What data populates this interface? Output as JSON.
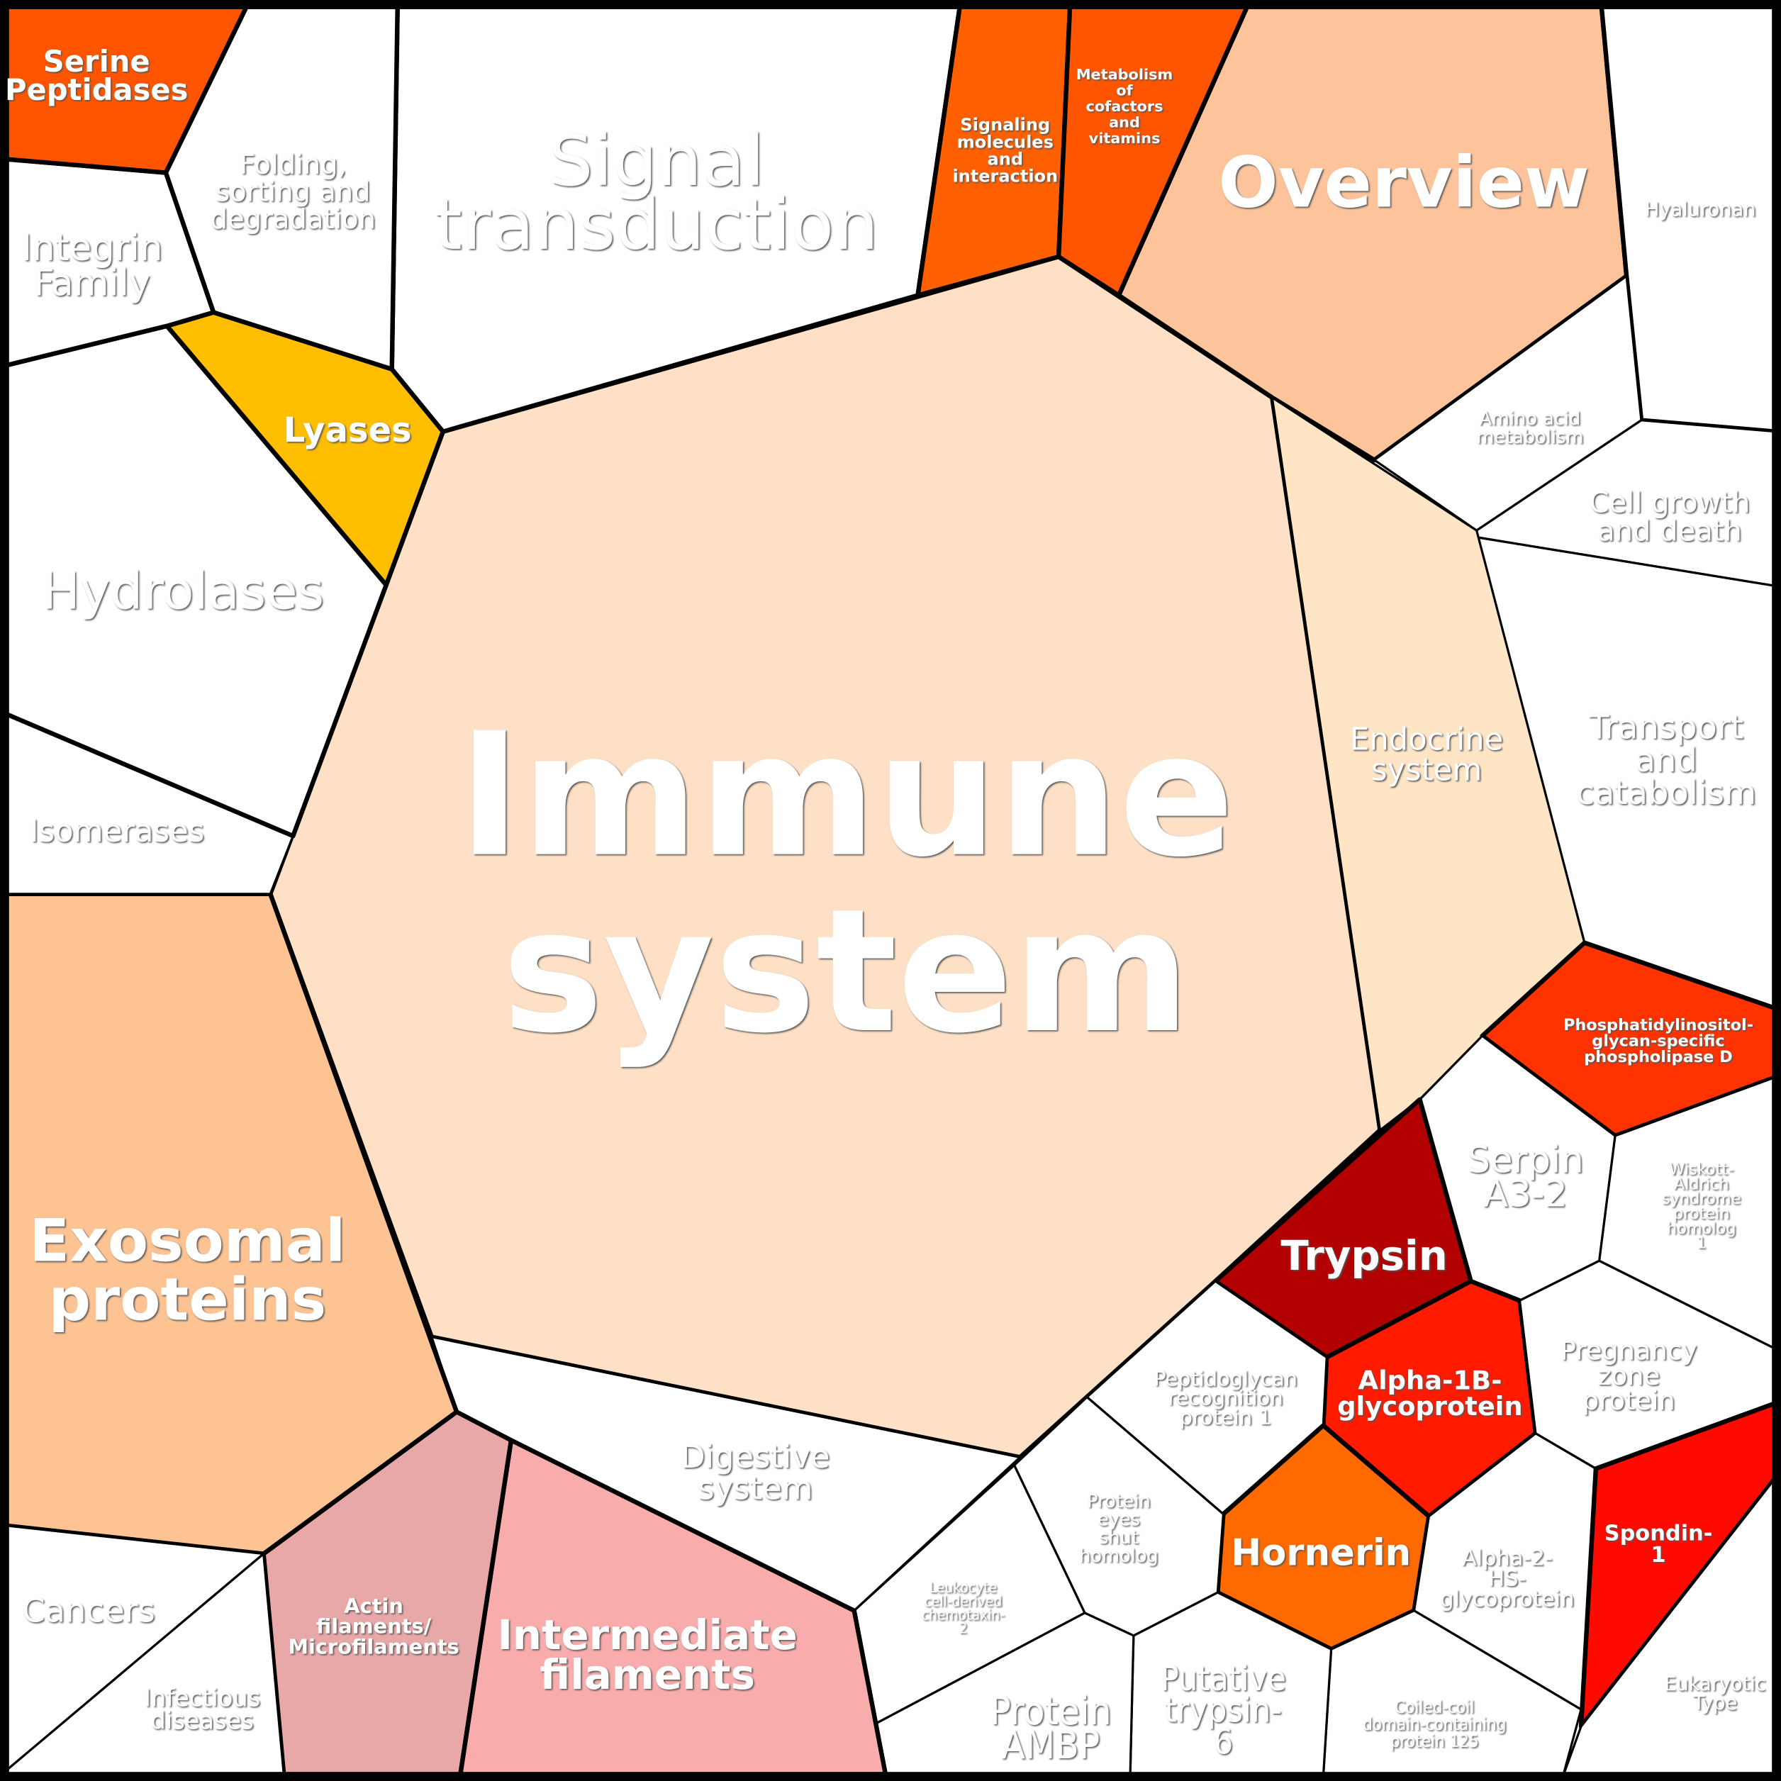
{
  "cells": {
    "immune": {
      "lines": [
        "Immune",
        "system"
      ],
      "color": "#fde0c5"
    },
    "signal": {
      "lines": [
        "Signal",
        "transduction"
      ],
      "color": "#ffffff"
    },
    "signaling": {
      "lines": [
        "Signaling",
        "molecules",
        "and",
        "interaction"
      ],
      "color": "#fe6000"
    },
    "cofactors": {
      "lines": [
        "Metabolism",
        "of",
        "cofactors",
        "and",
        "vitamins"
      ],
      "color": "#ff5500"
    },
    "overview": {
      "lines": [
        "Overview"
      ],
      "color": "#fdc39b"
    },
    "hyaluronan": {
      "lines": [
        "Hyaluronan"
      ],
      "color": "#ffffff"
    },
    "aminoacid": {
      "lines": [
        "Amino acid",
        "metabolism"
      ],
      "color": "#ffffff"
    },
    "cellgrowth": {
      "lines": [
        "Cell growth",
        "and death"
      ],
      "color": "#ffffff"
    },
    "transport": {
      "lines": [
        "Transport",
        "and",
        "catabolism"
      ],
      "color": "#ffffff"
    },
    "endocrine": {
      "lines": [
        "Endocrine",
        "system"
      ],
      "color": "#fde5c6"
    },
    "pigpld": {
      "lines": [
        "Phosphatidylinositol-",
        "glycan-specific",
        "phospholipase D"
      ],
      "color": "#ff3300"
    },
    "serpin": {
      "lines": [
        "Serpin",
        "A3-2"
      ],
      "color": "#ffffff"
    },
    "wiskott": {
      "lines": [
        "Wiskott-",
        "Aldrich",
        "syndrome",
        "protein",
        "homolog",
        "1"
      ],
      "color": "#ffffff"
    },
    "trypsin": {
      "lines": [
        "Trypsin"
      ],
      "color": "#b30000"
    },
    "alpha1b": {
      "lines": [
        "Alpha-1B-",
        "glycoprotein"
      ],
      "color": "#ff1a00"
    },
    "pregnancy": {
      "lines": [
        "Pregnancy",
        "zone",
        "protein"
      ],
      "color": "#ffffff"
    },
    "peptidoglycan": {
      "lines": [
        "Peptidoglycan",
        "recognition",
        "protein 1"
      ],
      "color": "#ffffff"
    },
    "hornerin": {
      "lines": [
        "Hornerin"
      ],
      "color": "#ff6a00"
    },
    "alpha2hs": {
      "lines": [
        "Alpha-2-",
        "HS-",
        "glycoprotein"
      ],
      "color": "#ffffff"
    },
    "spondin": {
      "lines": [
        "Spondin-",
        "1"
      ],
      "color": "#ff0a00"
    },
    "eukaryotic": {
      "lines": [
        "Eukaryotic",
        "Type"
      ],
      "color": "#ffffff"
    },
    "coiledcoil": {
      "lines": [
        "Coiled-coil",
        "domain-containing",
        "protein 125"
      ],
      "color": "#ffffff"
    },
    "putative": {
      "lines": [
        "Putative",
        "trypsin-",
        "6"
      ],
      "color": "#ffffff"
    },
    "eyesshut": {
      "lines": [
        "Protein",
        "eyes",
        "shut",
        "homolog"
      ],
      "color": "#ffffff"
    },
    "leukocyte": {
      "lines": [
        "Leukocyte",
        "cell-derived",
        "chemotaxin-",
        "2"
      ],
      "color": "#ffffff"
    },
    "ambp": {
      "lines": [
        "Protein",
        "AMBP"
      ],
      "color": "#ffffff"
    },
    "digestive": {
      "lines": [
        "Digestive",
        "system"
      ],
      "color": "#ffffff"
    },
    "intermediate": {
      "lines": [
        "Intermediate",
        "filaments"
      ],
      "color": "#f9acac"
    },
    "actin": {
      "lines": [
        "Actin",
        "filaments/",
        "Microfilaments"
      ],
      "color": "#e8a8a8"
    },
    "exosomal": {
      "lines": [
        "Exosomal",
        "proteins"
      ],
      "color": "#fdc393"
    },
    "cancers": {
      "lines": [
        "Cancers"
      ],
      "color": "#ffffff"
    },
    "infectious": {
      "lines": [
        "Infectious",
        "diseases"
      ],
      "color": "#ffffff"
    },
    "isomerases": {
      "lines": [
        "Isomerases"
      ],
      "color": "#ffffff"
    },
    "hydrolases": {
      "lines": [
        "Hydrolases"
      ],
      "color": "#ffffff"
    },
    "lyases": {
      "lines": [
        "Lyases"
      ],
      "color": "#ffbf00"
    },
    "integrin": {
      "lines": [
        "Integrin",
        "Family"
      ],
      "color": "#ffffff"
    },
    "folding": {
      "lines": [
        "Folding,",
        "sorting and",
        "degradation"
      ],
      "color": "#ffffff"
    },
    "serine": {
      "lines": [
        "Serine",
        "Peptidases"
      ],
      "color": "#ff5500"
    }
  }
}
